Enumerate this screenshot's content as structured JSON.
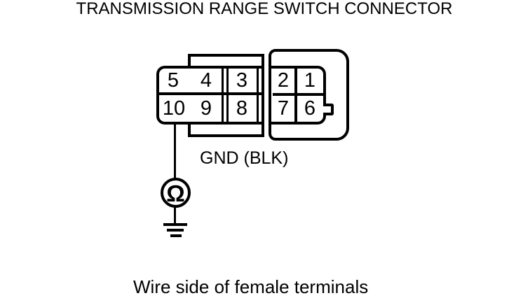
{
  "title": "TRANSMISSION RANGE SWITCH CONNECTOR",
  "connector": {
    "rows": [
      {
        "cells": [
          "5",
          "4",
          "3",
          "2",
          "1"
        ]
      },
      {
        "cells": [
          "10",
          "9",
          "8",
          "7",
          "6"
        ]
      }
    ],
    "wire": {
      "label": "GND (BLK)",
      "from_terminal": "10",
      "probe": "Ω"
    }
  },
  "caption": "Wire side of female terminals",
  "colors": {
    "line": "#000000",
    "bg": "#ffffff"
  }
}
